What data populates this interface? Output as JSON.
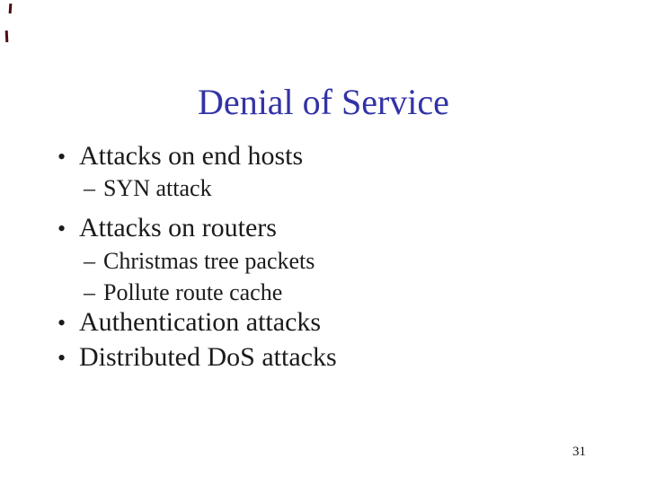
{
  "slide": {
    "title": "Denial of Service",
    "bullets": [
      {
        "level": 1,
        "text": "Attacks on end hosts"
      },
      {
        "level": 2,
        "text": "SYN attack"
      },
      {
        "level": 1,
        "text": "Attacks on routers"
      },
      {
        "level": 2,
        "text": "Christmas tree packets"
      },
      {
        "level": 2,
        "text": "Pollute route cache"
      },
      {
        "level": 1,
        "text": "Authentication attacks"
      },
      {
        "level": 1,
        "text": "Distributed DoS attacks"
      }
    ],
    "glyphs": {
      "level1": "•",
      "level2": "–"
    },
    "page_number": "31",
    "colors": {
      "background": "#ffffff",
      "title": "#3333a6",
      "body_text": "#1b1b1b",
      "artifact_mark": "#4c0e0e"
    }
  }
}
